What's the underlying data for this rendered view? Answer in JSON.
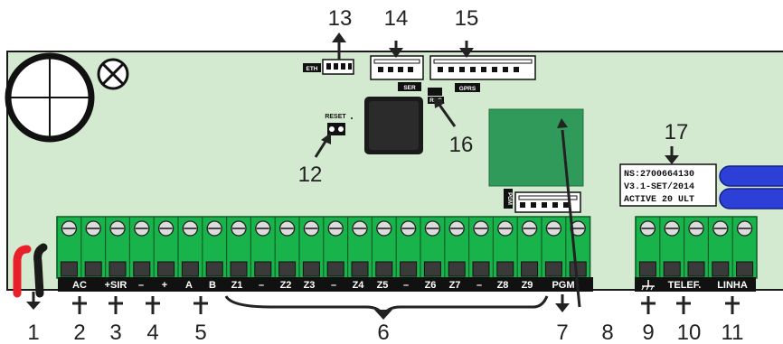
{
  "board_labels": {
    "eth": "ETH",
    "ser": "SER",
    "gprs": "GPRS",
    "reset": "RESET",
    "small_chip": "RSC",
    "pgm_jumper": "PGM"
  },
  "terminal_labels": [
    "AC",
    "+SIR",
    "–",
    "+",
    "A",
    "B",
    "Z1",
    "–",
    "Z2",
    "Z3",
    "–",
    "Z4",
    "Z5",
    "–",
    "Z6",
    "Z7",
    "–",
    "Z8",
    "Z9",
    "PGM"
  ],
  "right_terminal_labels": [
    "TELEF.",
    "LINHA"
  ],
  "serial_label": {
    "line1": "NS:2700664130",
    "line2": "V3.1-SET/2014",
    "line3": "ACTIVE 20 ULT"
  },
  "callouts": {
    "c1": "1",
    "c2": "2",
    "c3": "3",
    "c4": "4",
    "c5": "5",
    "c6": "6",
    "c7": "7",
    "c8": "8",
    "c9": "9",
    "c10": "10",
    "c11": "11",
    "c12": "12",
    "c13": "13",
    "c14": "14",
    "c15": "15",
    "c16": "16",
    "c17": "17"
  },
  "colors": {
    "board": "#d4ead0",
    "terminal_green": "#19b34b",
    "callout_text": "#222222",
    "wire_red": "#e8202a",
    "wire_black": "#1a1a1a",
    "blue_connector": "#2c3fd6"
  }
}
